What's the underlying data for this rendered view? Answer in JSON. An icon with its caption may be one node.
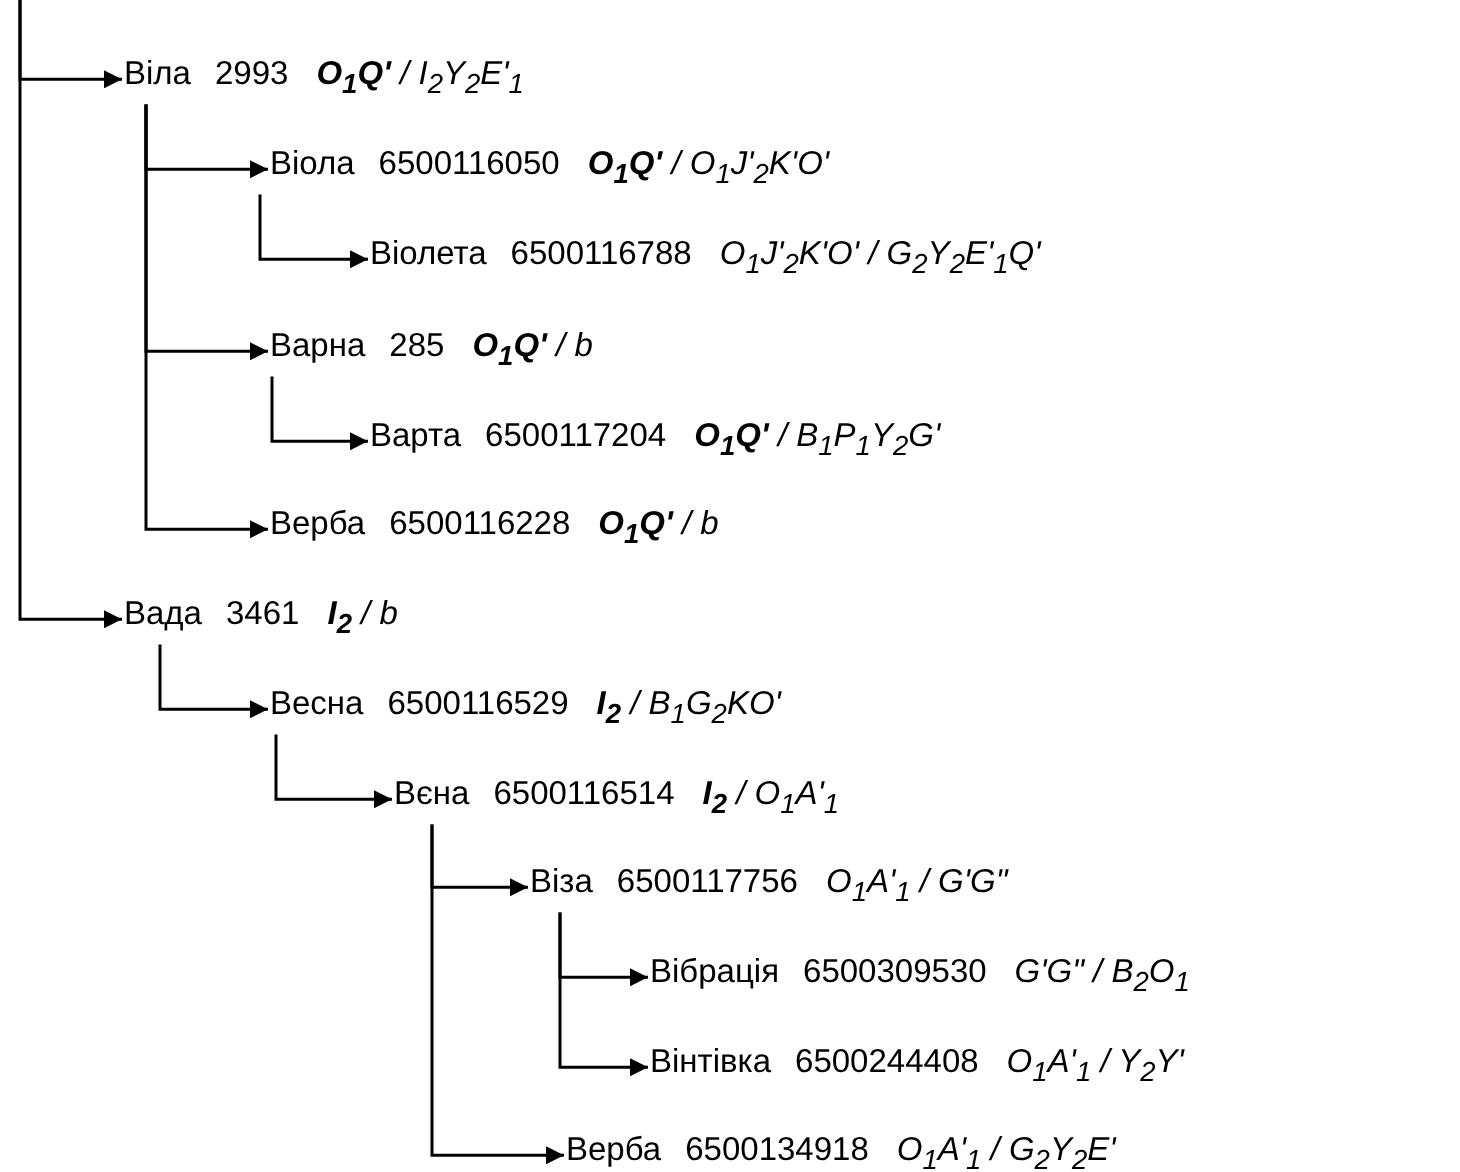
{
  "diagram": {
    "nodes": [
      {
        "text": [
          "Віла",
          "2993",
          "**O$_{1}$Q'** / I$_{2}$Y$_{2}$E'$_{1}$"
        ]
      },
      {
        "text": [
          "Віола",
          "6500116050",
          "**O$_{1}$Q'** / O$_{1}$J'$_{2}$K'O'"
        ]
      },
      {
        "text": [
          "Віолета",
          "6500116788",
          "O$_{1}$J'$_{2}$K'O' / G$_{2}$Y$_{2}$E'$_{1}$Q'"
        ]
      },
      {
        "text": [
          "Варна",
          "285",
          "**O$_{1}$Q'** / b"
        ]
      },
      {
        "text": [
          "Варта",
          "6500117204",
          "**O$_{1}$Q'** / B$_{1}$P$_{1}$Y$_{2}$G'"
        ]
      },
      {
        "text": [
          "Верба",
          "6500116228",
          "**O$_{1}$Q'** / b"
        ]
      },
      {
        "text": [
          "Вада",
          "3461",
          "**I$_{2}$** / b"
        ]
      },
      {
        "text": [
          "Весна",
          "6500116529",
          "**I$_{2}$** / B$_{1}$G$_{2}$KO'"
        ]
      },
      {
        "text": [
          "Вєна",
          "6500116514",
          "**I$_{2}$** / O$_{1}$A'$_{1}$"
        ]
      },
      {
        "text": [
          "Віза",
          "6500117756",
          "O$_{1}$A'$_{1}$ / G'G\""
        ]
      },
      {
        "text": [
          "Вібрація",
          "6500309530",
          "G'G\" / B$_{2}$O$_{1}$"
        ]
      },
      {
        "text": [
          "Вінтівка",
          "6500244408",
          "O$_{1}$A'$_{1}$ / Y$_{2}$Y'"
        ]
      },
      {
        "text": [
          "Верба",
          "6500134918",
          "O$_{1}$A'$_{1}$ / G$_{2}$Y$_{2}$E'"
        ]
      }
    ],
    "edges": [
      {
        "from": null,
        "to": 0,
        "arrow": "to"
      },
      {
        "from": null,
        "to": 6,
        "arrow": "to"
      },
      {
        "from": 0,
        "to": 1,
        "arrow": "to"
      },
      {
        "from": 0,
        "to": 3,
        "arrow": "to"
      },
      {
        "from": 0,
        "to": 5,
        "arrow": "to"
      },
      {
        "from": 1,
        "to": 2,
        "arrow": "to"
      },
      {
        "from": 3,
        "to": 4,
        "arrow": "to"
      },
      {
        "from": 6,
        "to": 7,
        "arrow": "to"
      },
      {
        "from": 7,
        "to": 8,
        "arrow": "to"
      },
      {
        "from": 8,
        "to": 9,
        "arrow": "to"
      },
      {
        "from": 8,
        "to": 12,
        "arrow": "to"
      },
      {
        "from": 9,
        "to": 10,
        "arrow": "to"
      },
      {
        "from": 9,
        "to": 11,
        "arrow": "to"
      }
    ]
  }
}
